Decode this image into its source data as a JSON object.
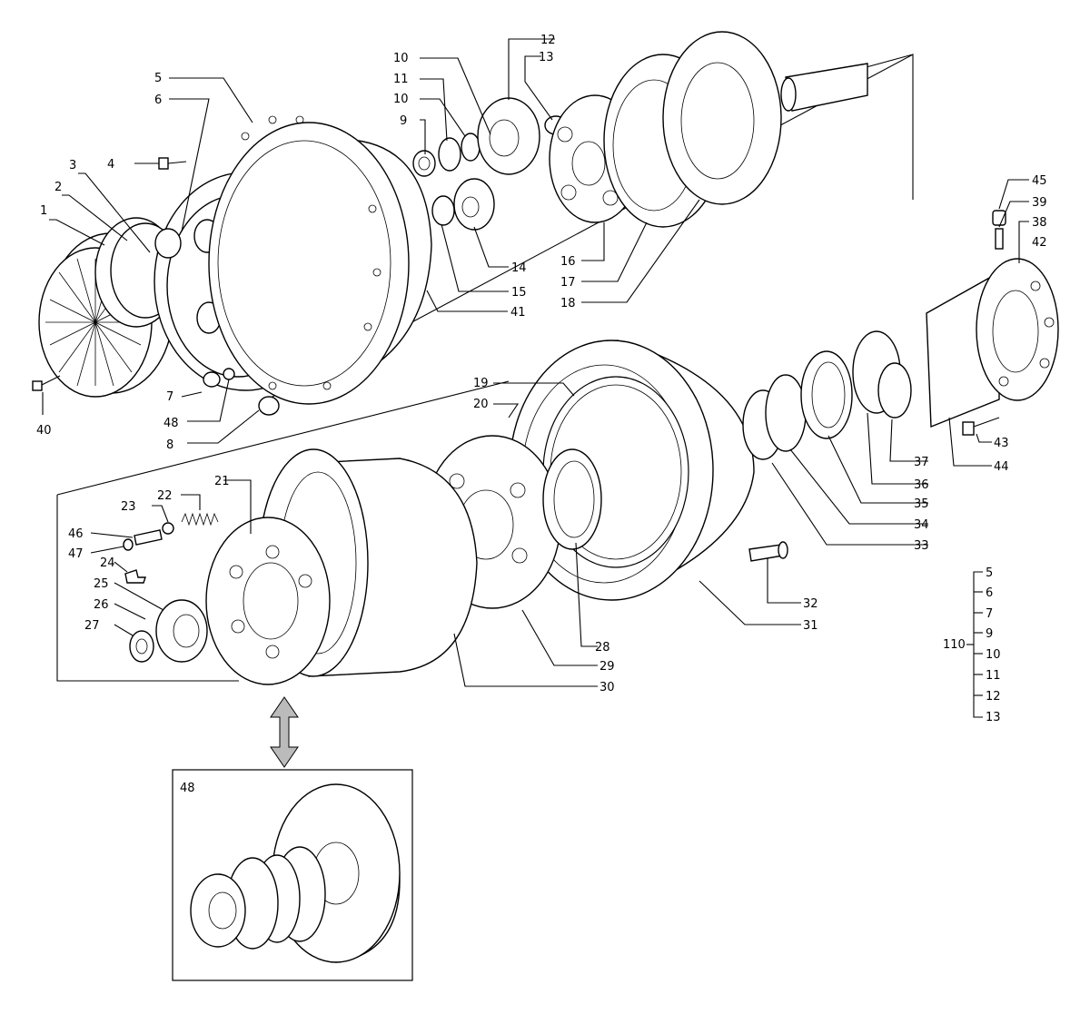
{
  "labels": {
    "p1": "1",
    "p2": "2",
    "p3": "3",
    "p4": "4",
    "p5": "5",
    "p6": "6",
    "p7": "7",
    "p8": "8",
    "p9": "9",
    "p10a": "10",
    "p10b": "10",
    "p11": "11",
    "p12": "12",
    "p13": "13",
    "p14": "14",
    "p15": "15",
    "p16": "16",
    "p17": "17",
    "p18": "18",
    "p19": "19",
    "p20": "20",
    "p21": "21",
    "p22": "22",
    "p23": "23",
    "p24": "24",
    "p25": "25",
    "p26": "26",
    "p27": "27",
    "p28": "28",
    "p29": "29",
    "p30": "30",
    "p31": "31",
    "p32": "32",
    "p33": "33",
    "p34": "34",
    "p35": "35",
    "p36": "36",
    "p37": "37",
    "p38": "38",
    "p39": "39",
    "p40": "40",
    "p41": "41",
    "p42": "42",
    "p43": "43",
    "p44": "44",
    "p45": "45",
    "p46": "46",
    "p47": "47",
    "p48a": "48"
  },
  "inset": {
    "title": "48"
  },
  "kit": {
    "number": "110",
    "items": [
      "5",
      "6",
      "7",
      "9",
      "10",
      "11",
      "12",
      "13"
    ]
  }
}
